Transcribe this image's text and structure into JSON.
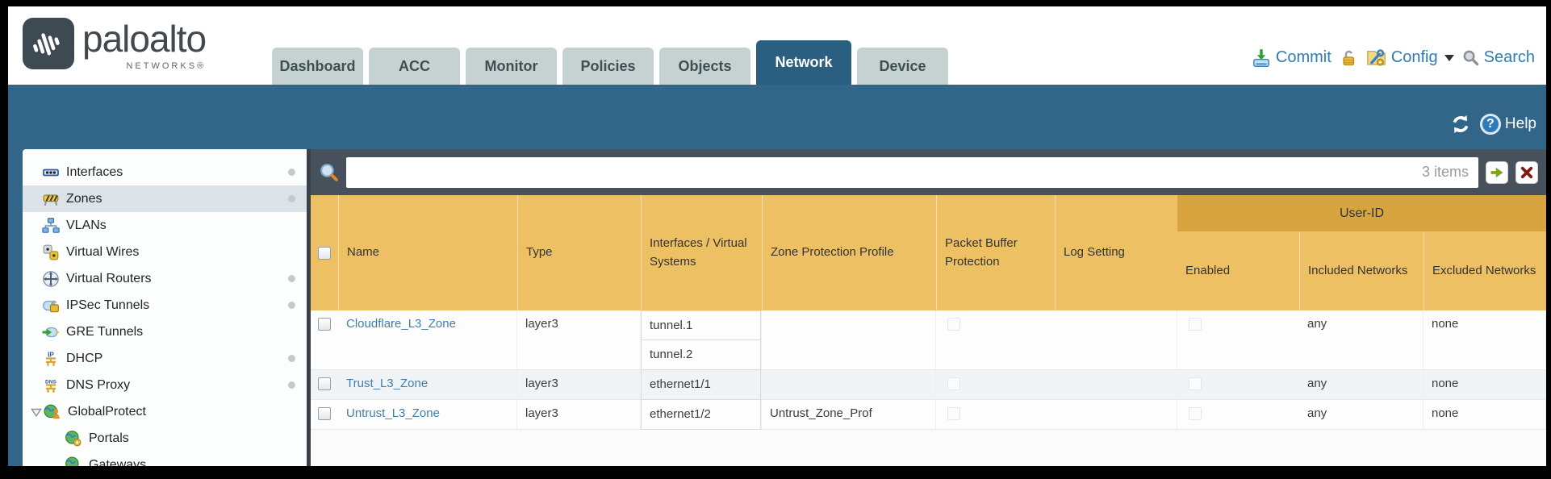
{
  "header": {
    "logo": {
      "brand": "paloalto",
      "sub": "NETWORKS®"
    },
    "tabs": [
      {
        "label": "Dashboard",
        "active": false
      },
      {
        "label": "ACC",
        "active": false
      },
      {
        "label": "Monitor",
        "active": false
      },
      {
        "label": "Policies",
        "active": false
      },
      {
        "label": "Objects",
        "active": false
      },
      {
        "label": "Network",
        "active": true
      },
      {
        "label": "Device",
        "active": false
      }
    ],
    "utilities": {
      "commit_label": "Commit",
      "config_label": "Config",
      "search_label": "Search"
    }
  },
  "band": {
    "help_label": "Help"
  },
  "sidebar": {
    "items": [
      {
        "label": "Interfaces",
        "dot": true,
        "selected": false
      },
      {
        "label": "Zones",
        "dot": true,
        "selected": true
      },
      {
        "label": "VLANs",
        "dot": false
      },
      {
        "label": "Virtual Wires",
        "dot": false
      },
      {
        "label": "Virtual Routers",
        "dot": true
      },
      {
        "label": "IPSec Tunnels",
        "dot": true
      },
      {
        "label": "GRE Tunnels",
        "dot": false
      },
      {
        "label": "DHCP",
        "dot": true
      },
      {
        "label": "DNS Proxy",
        "dot": true
      },
      {
        "label": "GlobalProtect",
        "dot": false,
        "expanded": true
      },
      {
        "label": "Portals",
        "indent": true
      },
      {
        "label": "Gateways",
        "indent": true
      }
    ]
  },
  "filterbar": {
    "value": "",
    "count_label": "3 items"
  },
  "table": {
    "group_header": "User-ID",
    "columns": {
      "name": "Name",
      "type": "Type",
      "interfaces": "Interfaces / Virtual Systems",
      "zpp": "Zone Protection Profile",
      "pbp": "Packet Buffer Protection",
      "log": "Log Setting",
      "enabled": "Enabled",
      "included": "Included Networks",
      "excluded": "Excluded Networks"
    },
    "rows": [
      {
        "name": "Cloudflare_L3_Zone",
        "type": "layer3",
        "interfaces": [
          "tunnel.1",
          "tunnel.2"
        ],
        "zpp": "",
        "log": "",
        "included": "any",
        "excluded": "none"
      },
      {
        "name": "Trust_L3_Zone",
        "type": "layer3",
        "interfaces": [
          "ethernet1/1"
        ],
        "zpp": "",
        "log": "",
        "included": "any",
        "excluded": "none"
      },
      {
        "name": "Untrust_L3_Zone",
        "type": "layer3",
        "interfaces": [
          "ethernet1/2"
        ],
        "zpp": "Untrust_Zone_Prof",
        "log": "",
        "included": "any",
        "excluded": "none"
      }
    ]
  },
  "colors": {
    "band_teal": "#316689",
    "tab_active": "#2b5f7f",
    "table_header": "#edc163",
    "group_band": "#d8a440",
    "filter_strip": "#47515b",
    "link_blue": "#3e80a8",
    "utility_blue": "#2e7cb3"
  }
}
